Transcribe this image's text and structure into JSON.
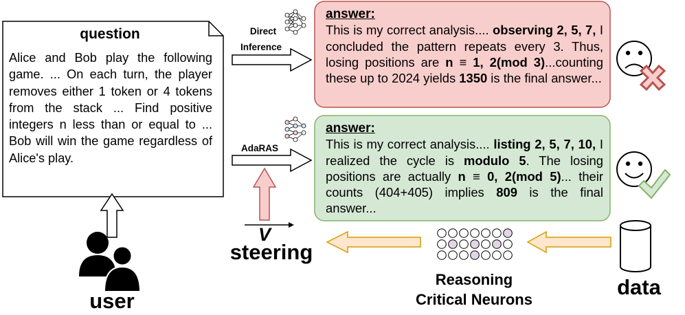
{
  "question": {
    "title": "question",
    "body": "Alice and Bob play the following game. ... On each turn, the player removes either 1 token or 4 tokens from the stack ... Find positive integers n less than or equal to ... Bob will win the game regardless of Alice's play."
  },
  "direct_answer": {
    "title": "answer:",
    "prefix": "This is my correct analysis.... ",
    "b1": "observing 2, 5, 7,",
    "mid1": " I concluded the pattern repeats every 3. Thus, losing positions are ",
    "b2": "n ≡ 1, 2(mod 3)",
    "mid2": "...counting these up to 2024 yields ",
    "b3": "1350",
    "suffix": " is the final answer..."
  },
  "adaras_answer": {
    "title": "answer:",
    "prefix": "This is my correct analysis.... ",
    "b1": "listing 2, 5, 7, 10,",
    "mid1": " I realized the cycle is ",
    "b2": "modulo 5",
    "mid2": ". The losing positions are actually ",
    "b3": "n ≡ 0, 2(mod 5)",
    "mid3": "... their counts (404+405) implies ",
    "b4": "809",
    "suffix": " is the final answer..."
  },
  "labels": {
    "direct_line1": "Direct",
    "direct_line2": "Inference",
    "adaras": "AdaRAS",
    "vector": "V",
    "steering": "steering",
    "user": "user",
    "data": "data",
    "neurons_line1": "Reasoning",
    "neurons_line2": "Critical Neurons"
  },
  "colors": {
    "wrong_fill": "#f8cecc",
    "wrong_stroke": "#b85450",
    "right_fill": "#d5e8d4",
    "right_stroke": "#82b366",
    "orange_fill": "#ffe6cc",
    "orange_stroke": "#d79b00",
    "neuron_active": "#e1d5e7"
  },
  "icons": [
    "document-icon",
    "neural-network-icon",
    "sad-face-icon",
    "x-mark-icon",
    "happy-face-icon",
    "check-mark-icon",
    "user-group-icon",
    "database-icon",
    "neuron-grid-icon"
  ]
}
